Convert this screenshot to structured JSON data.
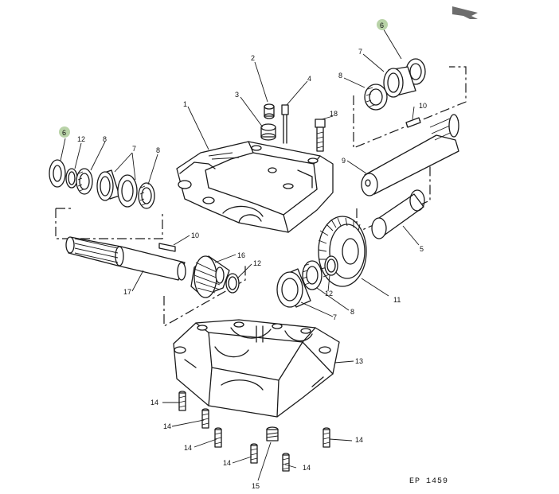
{
  "figure_code": "EP 1459",
  "highlight_color": "#b9d3a8",
  "nav_icon": "back-arrow-icon",
  "callouts": {
    "c1": "1",
    "c2": "2",
    "c3": "3",
    "c4": "4",
    "c5": "5",
    "c6a": "6",
    "c6b": "6",
    "c7a": "7",
    "c7b": "7",
    "c7c": "7",
    "c8a": "8",
    "c8b": "8",
    "c8c": "8",
    "c8d": "8",
    "c9": "9",
    "c10a": "10",
    "c10b": "10",
    "c11": "11",
    "c12a": "12",
    "c12b": "12",
    "c12c": "12",
    "c13": "13",
    "c14a": "14",
    "c14b": "14",
    "c14c": "14",
    "c14d": "14",
    "c14e": "14",
    "c14f": "14",
    "c15": "15",
    "c16": "16",
    "c17": "17",
    "c18": "18"
  }
}
